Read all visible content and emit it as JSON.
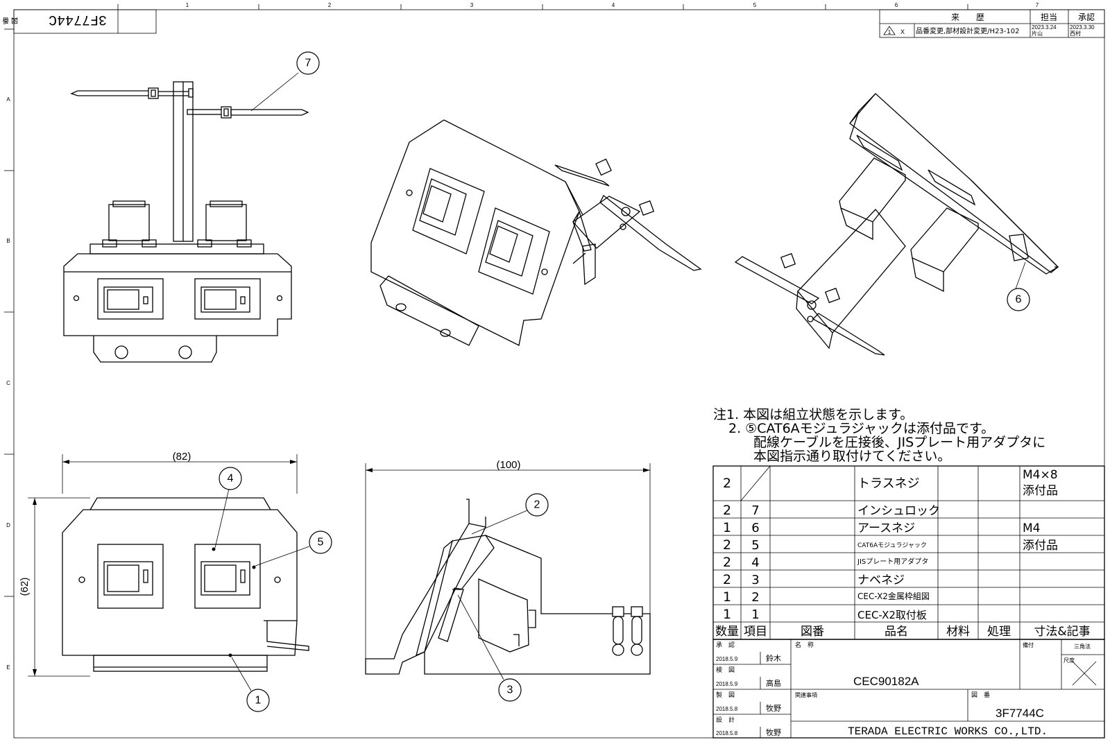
{
  "sheet": {
    "drawing_number_top": "3F7744C",
    "drawing_number_label_top": "図 番",
    "zone_columns": [
      "1",
      "2",
      "3",
      "4",
      "5",
      "6",
      "7"
    ],
    "zone_rows": [
      "A",
      "B",
      "C",
      "D",
      "E"
    ]
  },
  "revision": {
    "headers": {
      "history": "来　　歴",
      "person": "担当",
      "approval": "承認"
    },
    "mark": "1",
    "mark_suffix": "X",
    "description": "品番変更,部材設計変更/H23-102",
    "person_date": "2023.3.24",
    "person_name": "片山",
    "approval_date": "2023.3.30",
    "approval_name": "西村"
  },
  "balloons": [
    "1",
    "2",
    "3",
    "4",
    "5",
    "6",
    "7"
  ],
  "dimensions": {
    "width_front": "(82)",
    "height_front": "(62)",
    "width_side": "(100)"
  },
  "notes": [
    "注1. 本図は組立状態を示します。",
    "2. ⑤CAT6Aモジュラジャックは添付品です。",
    "配線ケーブルを圧接後、JISプレート用アダプタに",
    "本図指示通り取付けてください。"
  ],
  "bom": {
    "headers": [
      "数量",
      "項目",
      "図番",
      "品名",
      "材料",
      "処理",
      "寸法&記事"
    ],
    "rows": [
      {
        "qty": "2",
        "item": "",
        "name": "トラスネジ",
        "note": "M4×8",
        "note2": "添付品"
      },
      {
        "qty": "2",
        "item": "7",
        "name": "インシュロック",
        "note": "",
        "note2": ""
      },
      {
        "qty": "1",
        "item": "6",
        "name": "アースネジ",
        "note": "M4",
        "note2": ""
      },
      {
        "qty": "2",
        "item": "5",
        "name": "CAT6Aモジュラジャック",
        "note": "添付品",
        "note2": ""
      },
      {
        "qty": "2",
        "item": "4",
        "name": "JISプレート用アダプタ",
        "note": "",
        "note2": ""
      },
      {
        "qty": "2",
        "item": "3",
        "name": "ナベネジ",
        "note": "",
        "note2": ""
      },
      {
        "qty": "1",
        "item": "2",
        "name": "CEC-X2金属枠組図",
        "note": "",
        "note2": ""
      },
      {
        "qty": "1",
        "item": "1",
        "name": "CEC-X2取付板",
        "note": "",
        "note2": ""
      }
    ]
  },
  "title_block": {
    "approve_label": "承　認",
    "approve_date": "2018.5.9",
    "approve_name": "鈴木",
    "check_label": "検　図",
    "check_date": "2018.5.9",
    "check_name": "高島",
    "draw_label": "製　図",
    "draw_date": "2018.5.8",
    "draw_name": "牧野",
    "design_label": "設　計",
    "design_date": "2018.5.8",
    "design_name": "牧野",
    "name_label": "名　称",
    "name_value": "CEC90182A",
    "remarks_label": "備付",
    "projection": "三角法",
    "scale_label": "尺度",
    "related_label": "関連事項",
    "dwg_label": "図　番",
    "dwg_value": "3F7744C",
    "company": "TERADA ELECTRIC WORKS CO.,LTD."
  }
}
